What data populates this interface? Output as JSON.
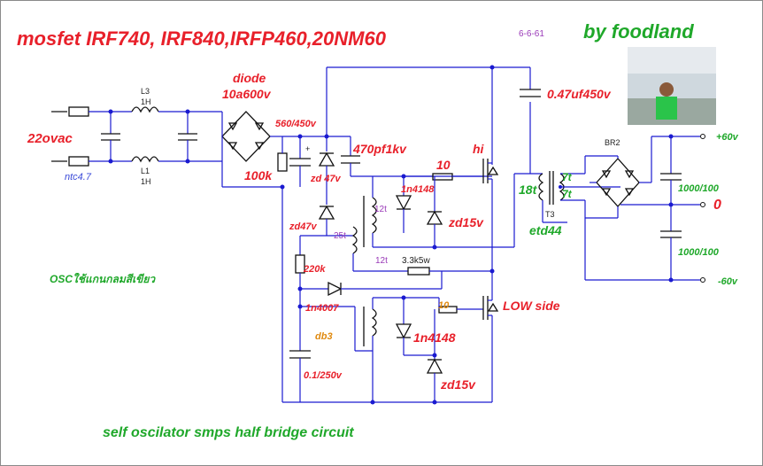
{
  "title": "mosfet IRF740, IRF840,IRFP460,20NM60",
  "date": "6-6-61",
  "author": "by foodland",
  "subtitle": "self oscilator smps half bridge circuit",
  "osc_note": "OSCใช้แกนกลมสีเขียว",
  "labels": {
    "ac_in": "22ovac",
    "ntc": "ntc4.7",
    "l3": "L3",
    "l3_val": "1H",
    "l1": "L1",
    "l1_val": "1H",
    "diode": "diode",
    "diode_val": "10a600v",
    "cap_bulk": "560/450v",
    "plus": "+",
    "r_bleed": "100k",
    "c_snub": "470pf1kv",
    "zd47_top": "zd 47v",
    "zd47_bot": "zd47v",
    "c_coupling": "0.47uf450v",
    "r_gate_hi": "10",
    "hi": "hi",
    "d_hi": "1n4148",
    "zd15_hi": "zd15v",
    "t12_a": "12t",
    "t25": "25t",
    "t12_b": "12t",
    "r_fb": "3.3k5w",
    "r220k": "220k",
    "d1n4007": "1n4007",
    "db3": "db3",
    "c_timing": "0.1/250v",
    "r_gate_lo": "10",
    "low": "LOW side",
    "d_lo": "1n4148",
    "zd15_lo": "zd15v",
    "t18": "18t",
    "t7a": "7t",
    "t7b": "7t",
    "t3": "T3",
    "etd": "etd44",
    "br2": "BR2",
    "v_pos": "+60v",
    "v_zero": "0",
    "v_neg": "-60v",
    "c_out1": "1000/100",
    "c_out2": "1000/100"
  }
}
